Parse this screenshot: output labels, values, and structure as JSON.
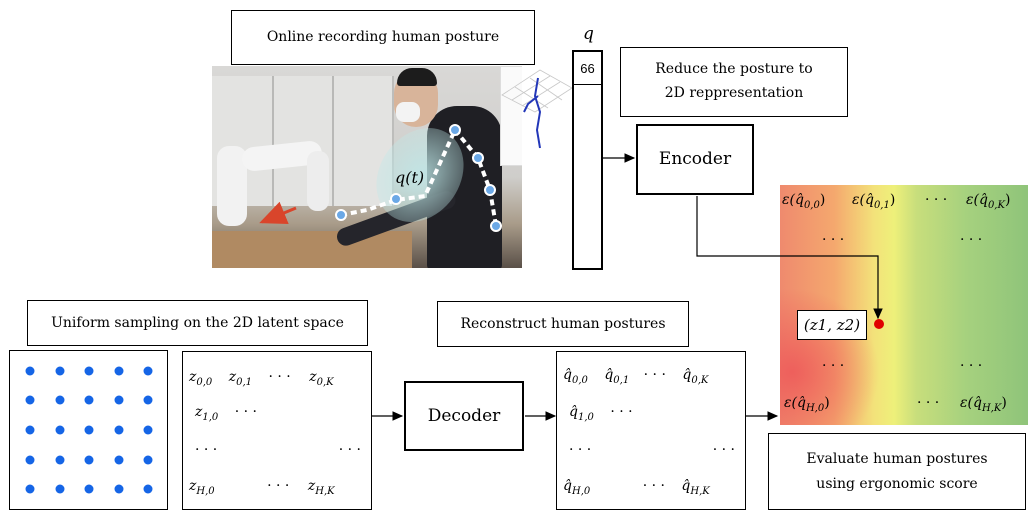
{
  "labels": {
    "online_recording": "Online recording human posture",
    "reduce_posture_line1": "Reduce the posture to",
    "reduce_posture_line2": "2D reppresentation",
    "encoder": "Encoder",
    "decoder": "Decoder",
    "uniform_sampling": "Uniform sampling on the 2D latent space",
    "reconstruct": "Reconstruct human postures",
    "evaluate_line1": "Evaluate human postures",
    "evaluate_line2": "using ergonomic score"
  },
  "vector": {
    "symbol": "q",
    "value": "66"
  },
  "photo": {
    "posture_label": "q(t)"
  },
  "latent_point": "(z1, z2)",
  "z_matrix": {
    "r0": [
      "z",
      "0,0",
      "z",
      "0,1",
      "· · ·",
      "z",
      "0,K"
    ],
    "r1": [
      "z",
      "1,0",
      "· · ·"
    ],
    "r2": [
      "· · ·",
      "· · ·"
    ],
    "r3": [
      "z",
      "H,0",
      "· · ·",
      "z",
      "H,K"
    ]
  },
  "qhat_matrix": {
    "r0": [
      "q̂",
      "0,0",
      "q̂",
      "0,1",
      "· · ·",
      "q̂",
      "0,K"
    ],
    "r1": [
      "q̂",
      "1,0",
      "· · ·"
    ],
    "r2": [
      "· · ·",
      "· · ·"
    ],
    "r3": [
      "q̂",
      "H,0",
      "· · ·",
      "q̂",
      "H,K"
    ]
  },
  "heatmap": {
    "e00": "ε(q̂",
    "e00s": "0,0",
    "e01": "ε(q̂",
    "e01s": "0,1",
    "e0k": "ε(q̂",
    "e0ks": "0,K",
    "eh0": "ε(q̂",
    "eh0s": "H,0",
    "ehk": "ε(q̂",
    "ehks": "H,K",
    "dots": "· · ·",
    "vdots": "· · ·"
  },
  "colors": {
    "dot": "#1565e6",
    "point": "#e00000"
  }
}
